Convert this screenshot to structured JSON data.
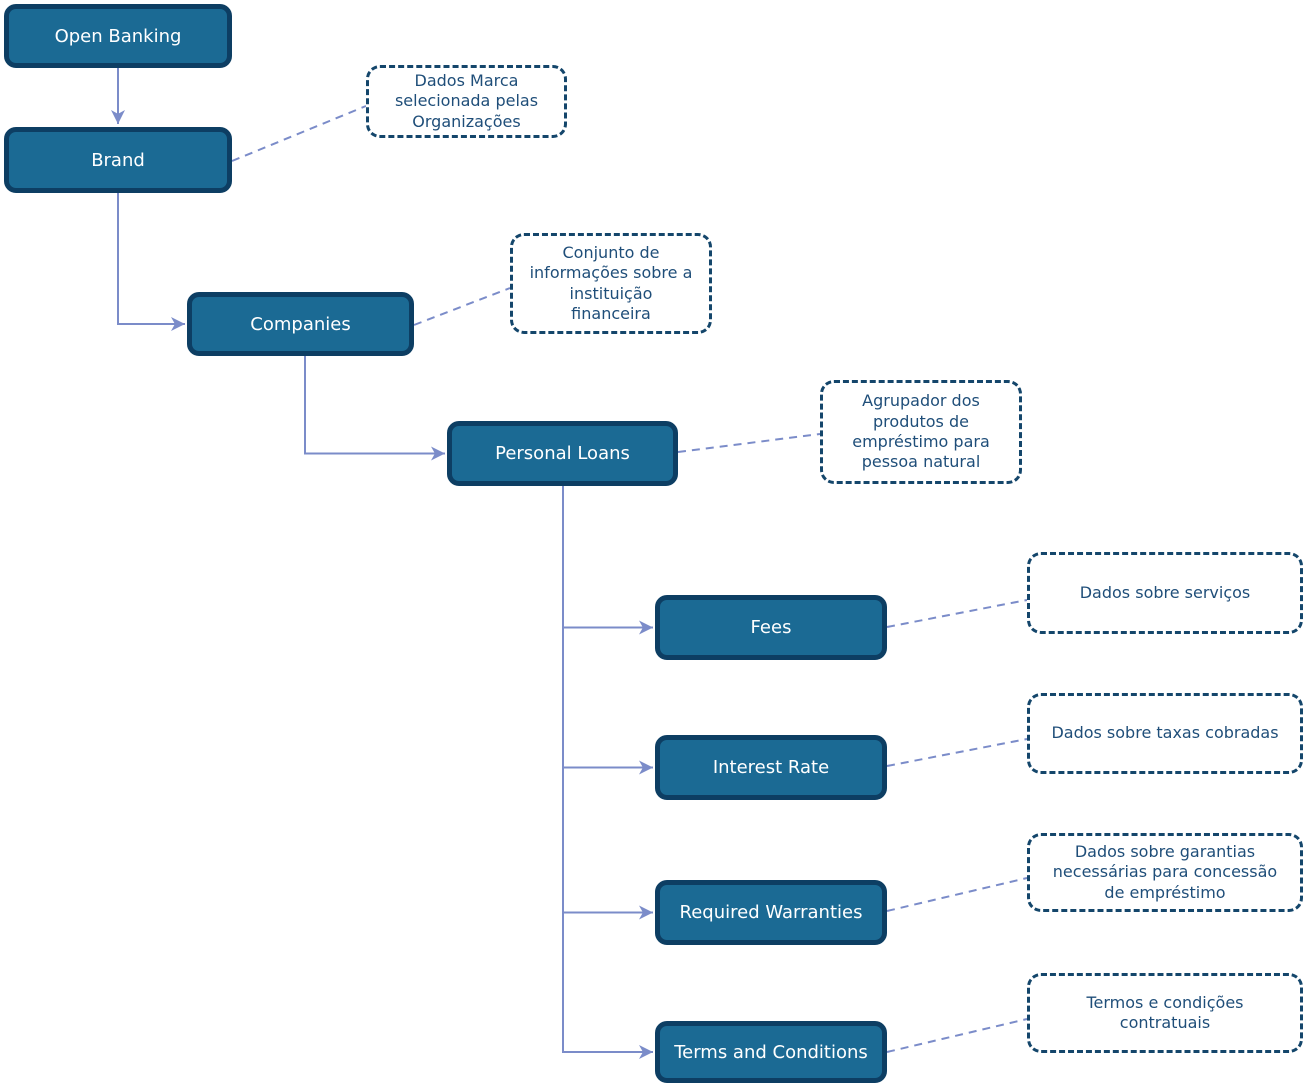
{
  "nodes": {
    "open_banking": {
      "label": "Open Banking"
    },
    "brand": {
      "label": "Brand"
    },
    "companies": {
      "label": "Companies"
    },
    "personal_loans": {
      "label": "Personal Loans"
    },
    "fees": {
      "label": "Fees"
    },
    "interest_rate": {
      "label": "Interest Rate"
    },
    "required_warranties": {
      "label": "Required Warranties"
    },
    "terms_and_conditions": {
      "label": "Terms and Conditions"
    }
  },
  "notes": {
    "brand": "Dados Marca\nselecionada pelas\nOrganizações",
    "companies": "Conjunto de\ninformações sobre a\ninstituição\nfinanceira",
    "personal_loans": "Agrupador dos\nprodutos de\nempréstimo para\npessoa natural",
    "fees": "Dados sobre serviços",
    "interest_rate": "Dados sobre taxas cobradas",
    "required_warranties": "Dados sobre garantias\nnecessárias para concessão\nde empréstimo",
    "terms_and_conditions": "Termos e condições\ncontratuais"
  },
  "colors": {
    "node_fill": "#1b6a94",
    "node_border": "#0d3e63",
    "node_text": "#ffffff",
    "note_border": "#14466b",
    "note_text": "#1f4e79",
    "connector": "#7b8cc9",
    "background": "#ffffff"
  }
}
